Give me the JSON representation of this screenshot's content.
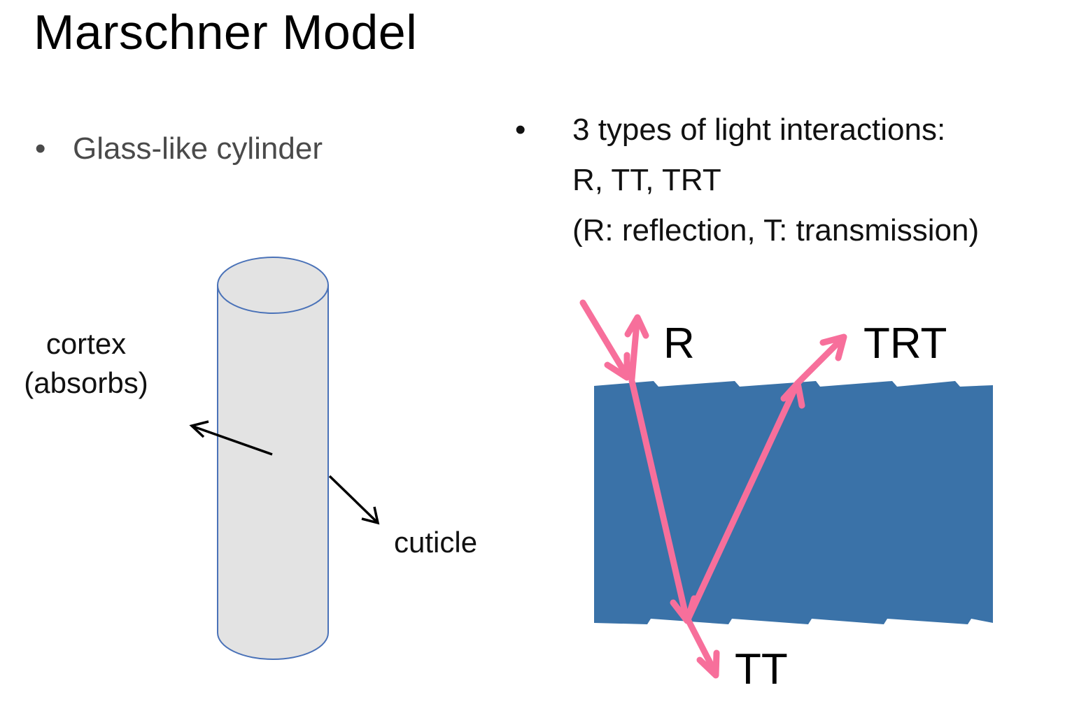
{
  "title": "Marschner Model",
  "left_bullet": {
    "bullet": "•",
    "text": "Glass-like cylinder"
  },
  "right_bullet": {
    "bullet": "•",
    "lines": [
      "3 types of light interactions:",
      "R, TT, TRT",
      "(R: reflection, T: transmission)"
    ]
  },
  "cylinder_labels": {
    "cortex_line1": "cortex",
    "cortex_line2": "(absorbs)",
    "cuticle": "cuticle"
  },
  "ray_labels": {
    "r": "R",
    "trt": "TRT",
    "tt": "TT"
  },
  "colors": {
    "cylinder_fill": "#e3e3e3",
    "cylinder_stroke": "#4a72b8",
    "hair_fill": "#3a72a8",
    "ray": "#f76f9b",
    "pointer": "#000000"
  }
}
